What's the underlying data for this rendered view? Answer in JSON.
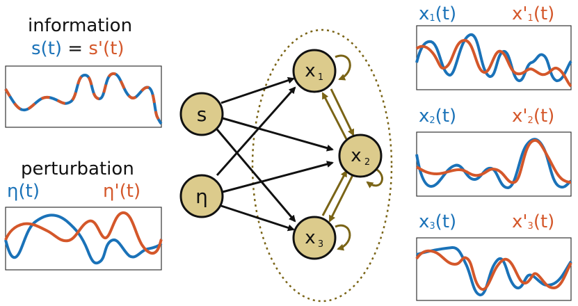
{
  "left_panels": {
    "information": {
      "title": "information",
      "s": "s(t)",
      "eq": "=",
      "s_prime": "s'(t)"
    },
    "perturbation": {
      "title": "perturbation",
      "eta": "η(t)",
      "eta_prime": "η'(t)"
    }
  },
  "network": {
    "inputs": {
      "s": "s",
      "eta": "η"
    },
    "nodes": {
      "x1": "x",
      "x1_sub": "1",
      "x2": "x",
      "x2_sub": "2",
      "x3": "x",
      "x3_sub": "3"
    }
  },
  "right_panels": [
    {
      "left": "x",
      "left_sub": "1",
      "left_tail": "(t)",
      "right": "x'",
      "right_sub": "1",
      "right_tail": "(t)"
    },
    {
      "left": "x",
      "left_sub": "2",
      "left_tail": "(t)",
      "right": "x'",
      "right_sub": "2",
      "right_tail": "(t)"
    },
    {
      "left": "x",
      "left_sub": "3",
      "left_tail": "(t)",
      "right": "x'",
      "right_sub": "3",
      "right_tail": "(t)"
    }
  ],
  "colors": {
    "blue": "#1a72b8",
    "orange": "#d4572a",
    "node_fill": "#dccb8c",
    "recurrent": "#7a6416",
    "arrow": "#111111"
  }
}
